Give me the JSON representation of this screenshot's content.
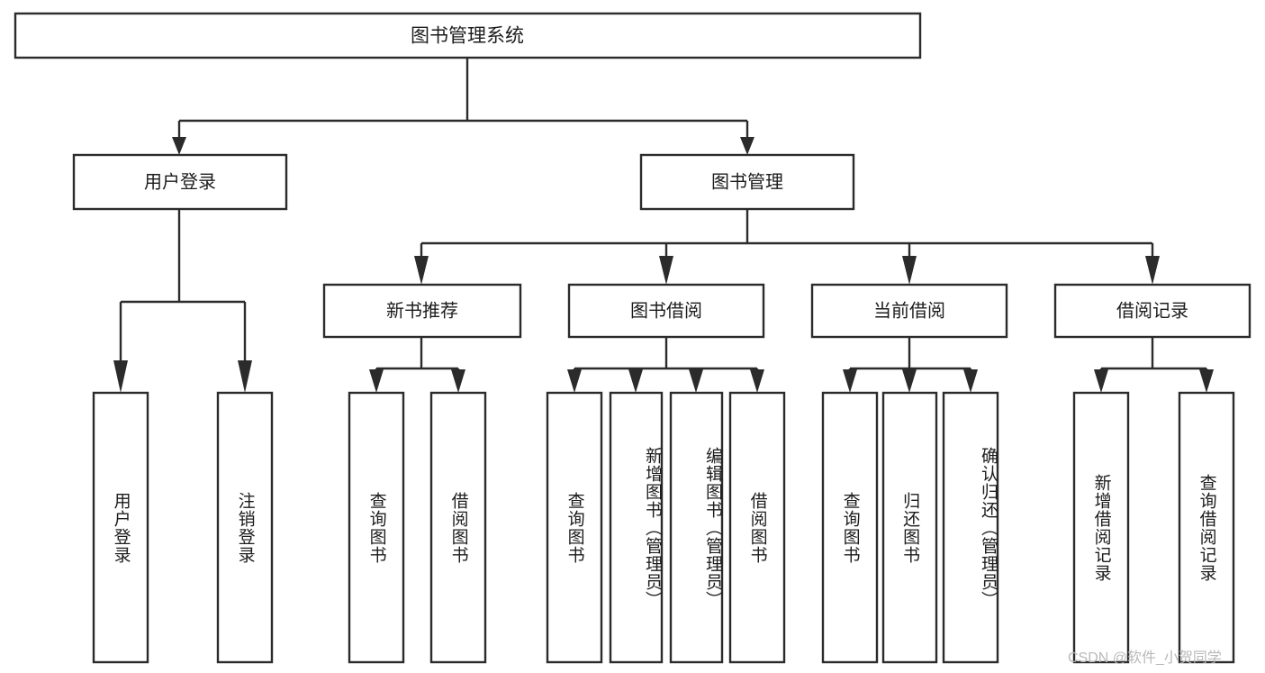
{
  "diagram": {
    "type": "tree",
    "title": "图书管理系统",
    "orientation": "top-down",
    "root": {
      "id": "root",
      "label": "图书管理系统",
      "level": 0
    },
    "level2": [
      {
        "id": "user-login",
        "label": "用户登录"
      },
      {
        "id": "book-manage",
        "label": "图书管理"
      }
    ],
    "level3": [
      {
        "id": "new-book-recommend",
        "label": "新书推荐",
        "parent": "book-manage"
      },
      {
        "id": "book-borrow",
        "label": "图书借阅",
        "parent": "book-manage"
      },
      {
        "id": "current-borrow",
        "label": "当前借阅",
        "parent": "book-manage"
      },
      {
        "id": "borrow-record",
        "label": "借阅记录",
        "parent": "book-manage"
      }
    ],
    "leaves": [
      {
        "id": "leaf-user-login",
        "label": "用户登录",
        "parent": "user-login"
      },
      {
        "id": "leaf-logout-login",
        "label": "注销登录",
        "parent": "user-login"
      },
      {
        "id": "leaf-query-book-1",
        "label": "查询图书",
        "parent": "new-book-recommend"
      },
      {
        "id": "leaf-borrow-book-1",
        "label": "借阅图书",
        "parent": "new-book-recommend"
      },
      {
        "id": "leaf-query-book-2",
        "label": "查询图书",
        "parent": "book-borrow"
      },
      {
        "id": "leaf-add-book",
        "label": "新增图书（管理员）",
        "parent": "book-borrow"
      },
      {
        "id": "leaf-edit-book",
        "label": "编辑图书（管理员）",
        "parent": "book-borrow"
      },
      {
        "id": "leaf-borrow-book-2",
        "label": "借阅图书",
        "parent": "book-borrow"
      },
      {
        "id": "leaf-query-book-3",
        "label": "查询图书",
        "parent": "current-borrow"
      },
      {
        "id": "leaf-return-book",
        "label": "归还图书",
        "parent": "current-borrow"
      },
      {
        "id": "leaf-confirm-return",
        "label": "确认归还（管理员）",
        "parent": "current-borrow"
      },
      {
        "id": "leaf-add-record",
        "label": "新增借阅记录",
        "parent": "borrow-record"
      },
      {
        "id": "leaf-query-record",
        "label": "查询借阅记录",
        "parent": "borrow-record"
      }
    ],
    "colors": {
      "stroke": "#2b2b2b",
      "fill": "#ffffff",
      "text": "#1c1c1c",
      "watermark": "#b9b9b9",
      "background": "#ffffff"
    }
  },
  "watermark": {
    "text": "CSDN @软件_小贺同学"
  }
}
